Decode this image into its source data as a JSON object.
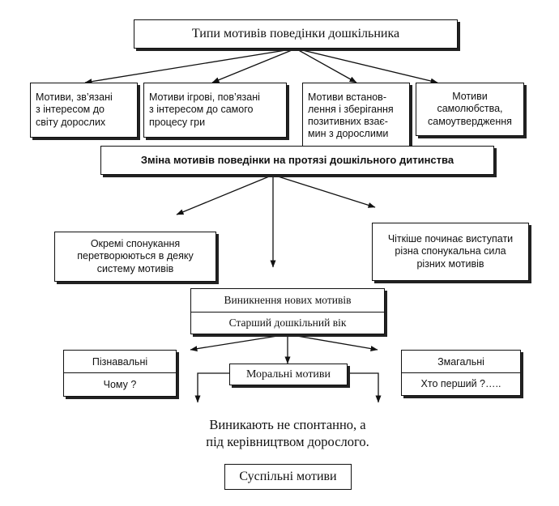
{
  "title": "Типи мотивів поведінки дошкільника",
  "motive_types": [
    "Мотиви, зв’язані\nз інтересом до\nсвіту дорослих",
    "Мотиви ігрові, пов’язані\nз інтересом до самого\nпроцесу гри",
    "Мотиви   встанов-\nлення і зберігання\nпозитивних  взає-\nмин  з  дорослими",
    "Мотиви\nсамолюбства,\nсамоутвердження"
  ],
  "change_title": "Зміна мотивів  поведінки на протязі дошкільного дитинства",
  "left_change": "Окремі спонукання\nперетворюються  в деяку\nсистему мотивів",
  "right_change": "Чіткіше починає виступати\nрізна спонукальна сила\nрізних мотивів",
  "new_motives": {
    "title": "Виникнення нових мотивів",
    "age": "Старший дошкільний вік"
  },
  "cognitive": {
    "label": "Пізнавальні",
    "question": "Чому ?"
  },
  "competitive": {
    "label": "Змагальні",
    "question": "Хто перший ?….."
  },
  "moral": "Моральні мотиви",
  "note": "Виникають не спонтанно, а\nпід керівництвом дорослого.",
  "social": "Суспільні мотиви"
}
